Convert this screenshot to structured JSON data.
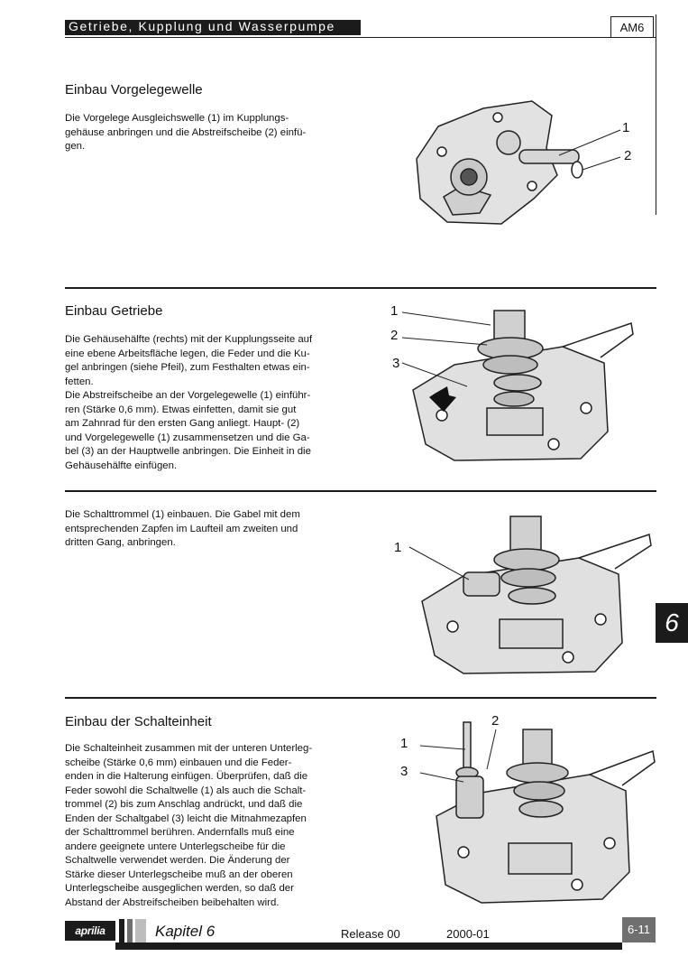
{
  "header": {
    "title": "Getriebe, Kupplung und Wasserpumpe",
    "code": "AM6"
  },
  "sections": [
    {
      "heading": "Einbau Vorgelegewelle",
      "text": "Die Vorgelege Ausgleichswelle (1) im Kupplungs-\ngehäuse anbringen und die Abstreifscheibe (2) einfü-\ngen.",
      "callouts": [
        "1",
        "2"
      ]
    },
    {
      "heading": "Einbau Getriebe",
      "text": "Die Gehäusehälfte (rechts) mit der Kupplungsseite auf\neine ebene Arbeitsfläche legen, die Feder und die Ku-\ngel anbringen (siehe Pfeil), zum Festhalten etwas ein-\nfetten.\nDie Abstreifscheibe an der Vorgelegewelle (1) einführ-\nren (Stärke 0,6 mm). Etwas einfetten, damit sie gut\nam Zahnrad für den ersten Gang anliegt. Haupt- (2)\nund Vorgelegewelle (1) zusammensetzen und die Ga-\nbel (3) an der Hauptwelle anbringen. Die Einheit in die\nGehäusehälfte einfügen.",
      "callouts": [
        "1",
        "2",
        "3"
      ]
    },
    {
      "heading": "",
      "text": "Die Schalttrommel (1) einbauen. Die Gabel mit dem\nentsprechenden Zapfen im Laufteil am zweiten und\ndritten Gang, anbringen.",
      "callouts": [
        "1"
      ]
    },
    {
      "heading": "Einbau der Schalteinheit",
      "text": "Die Schalteinheit zusammen mit der unteren Unterleg-\nscheibe (Stärke 0,6 mm) einbauen und die Feder-\nenden in die Halterung einfügen. Überprüfen, daß die\nFeder sowohl die Schaltwelle (1) als auch die Schalt-\ntrommel (2) bis zum Anschlag andrückt, und daß die\nEnden der Schaltgabel (3) leicht die Mitnahmezapfen\nder Schalttrommel berühren. Andernfalls muß eine\nandere geeignete untere Unterlegscheibe für die\nSchaltwelle verwendet werden. Die Änderung der\nStärke dieser Unterlegscheibe muß an der oberen\nUnterlegscheibe ausgeglichen werden, so daß der\nAbstand der Abstreifscheiben beibehalten wird.",
      "callouts": [
        "1",
        "2",
        "3"
      ]
    }
  ],
  "chapter_tab": "6",
  "footer": {
    "logo": "aprilia",
    "chapter": "Kapitel 6",
    "release": "Release 00",
    "date": "2000-01",
    "page": "6-11"
  }
}
